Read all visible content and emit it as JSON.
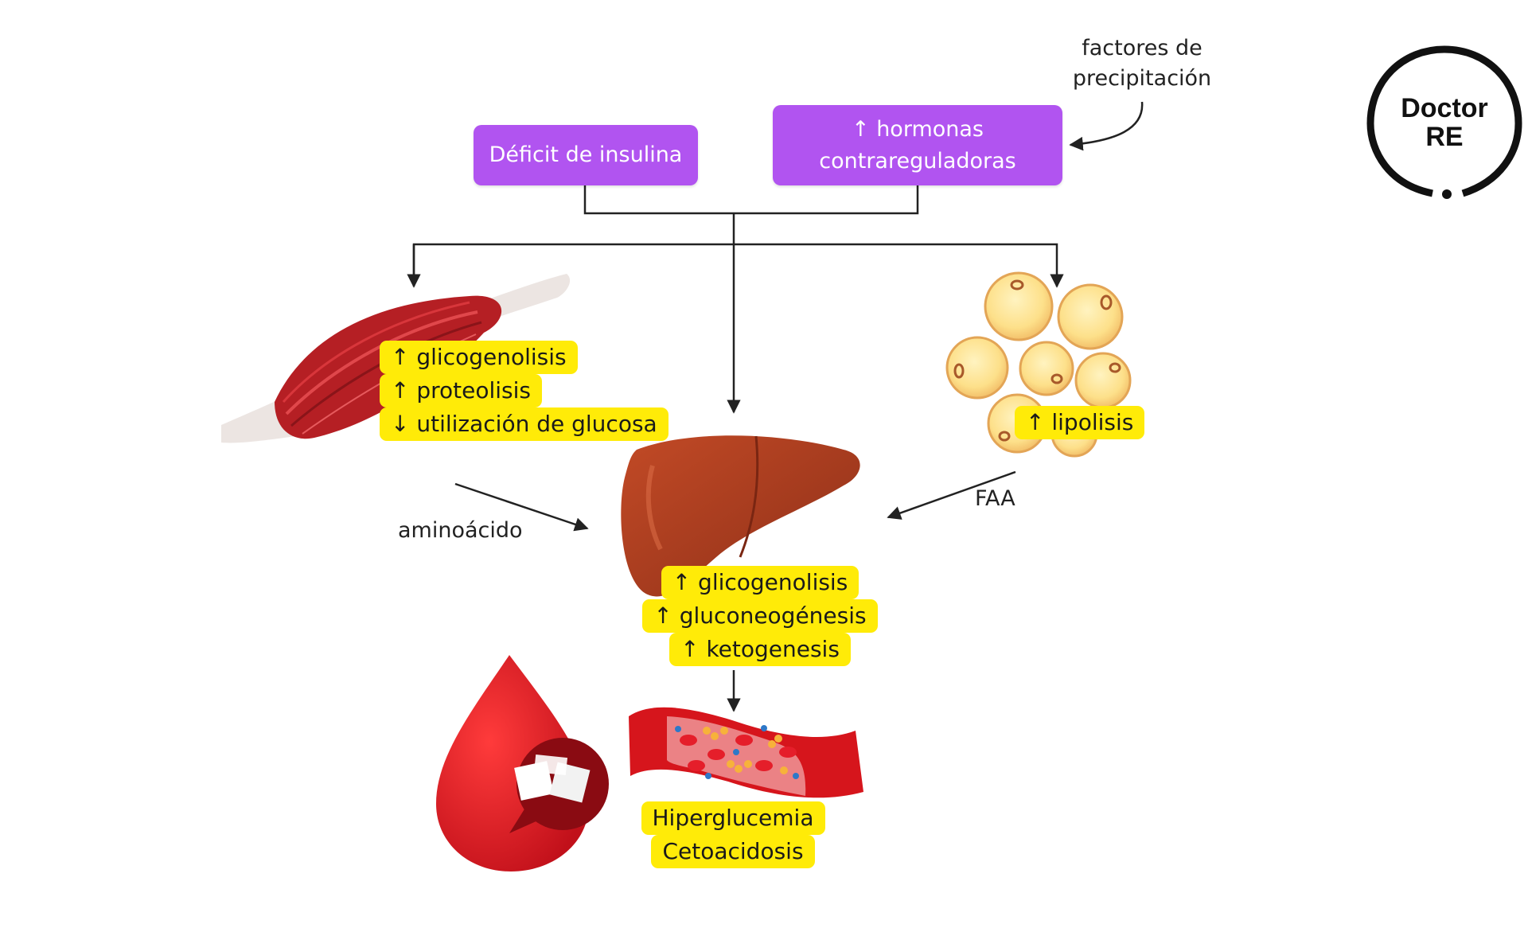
{
  "top_boxes": {
    "insulin_deficit": "Déficit de insulina",
    "counter_hormones": [
      "↑ hormonas",
      "contrareguladoras"
    ]
  },
  "precipitating_factors": [
    "factores de",
    "precipitación"
  ],
  "muscle_effects": [
    "↑  glicogenolisis",
    "↑  proteolisis",
    "↓ utilización de glucosa"
  ],
  "adipose_effects": [
    "↑  lipolisis"
  ],
  "liver_effects": [
    "↑  glicogenolisis",
    "↑  gluconeogénesis",
    "↑  ketogenesis"
  ],
  "outcome": [
    "Hiperglucemia",
    "Cetoacidosis"
  ],
  "flow_labels": {
    "amino_acid": "aminoácido",
    "ffa": "FAA"
  },
  "logo": [
    "Doctor",
    "RE"
  ],
  "colors": {
    "box_purple": "#b154f0",
    "highlight_yellow": "#ffeb08",
    "muscle_red": "#b51f24",
    "liver_brown": "#a43a1d",
    "fat_yellow": "#fde08a",
    "blood_red": "#d6151c"
  },
  "icons": [
    "muscle-icon",
    "liver-icon",
    "fat-cells-icon",
    "blood-drop-sugar-icon",
    "blood-vessel-icon"
  ]
}
